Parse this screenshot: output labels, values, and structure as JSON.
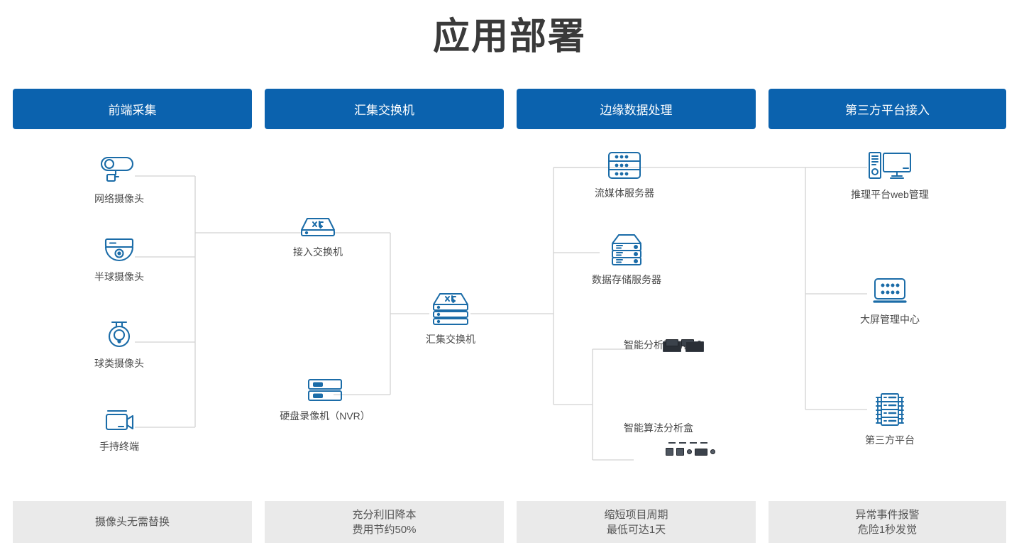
{
  "page": {
    "title": "应用部署"
  },
  "colors": {
    "header_blue": "#0b62ae",
    "icon_blue": "#1b6ca8",
    "wire_gray": "#d2d2d2",
    "footer_bg": "#eaeaea"
  },
  "columns": [
    {
      "header": "前端采集"
    },
    {
      "header": "汇集交换机"
    },
    {
      "header": "边缘数据处理"
    },
    {
      "header": "第三方平台接入"
    }
  ],
  "nodes": {
    "ip_camera": "网络摄像头",
    "dome_camera": "半球摄像头",
    "ball_camera": "球类摄像头",
    "handheld": "手持终端",
    "access_switch": "接入交换机",
    "nvr": "硬盘录像机（NVR）",
    "agg_switch": "汇集交换机",
    "stream_server": "流媒体服务器",
    "storage_server": "数据存储服务器",
    "analysis_server": "智能分析服务器",
    "algo_box": "智能算法分析盒",
    "web_mgmt": "推理平台web管理",
    "screen_center": "大屏管理中心",
    "third_party": "第三方平台"
  },
  "footer": [
    {
      "lines": [
        "摄像头无需替换"
      ]
    },
    {
      "lines": [
        "充分利旧降本",
        "费用节约50%"
      ]
    },
    {
      "lines": [
        "缩短项目周期",
        "最低可达1天"
      ]
    },
    {
      "lines": [
        "异常事件报警",
        "危险1秒发觉"
      ]
    }
  ]
}
